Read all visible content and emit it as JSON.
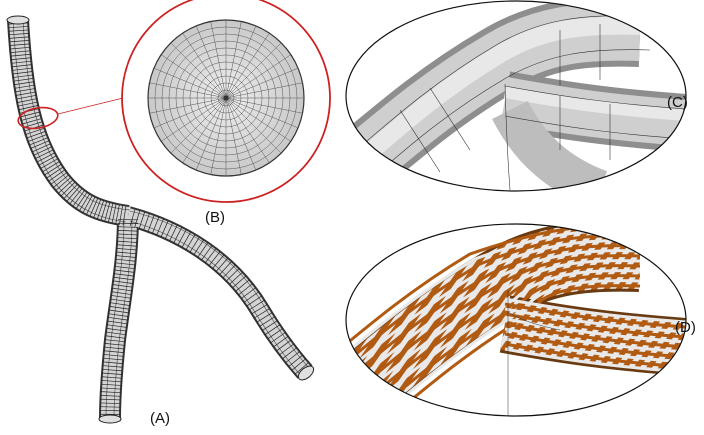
{
  "labels": {
    "a": "(A)",
    "b": "(B)",
    "c": "(C)",
    "d": "(D)"
  },
  "colors": {
    "mesh_fill": "#d4d4d4",
    "mesh_line": "#222222",
    "highlight_ring": "#cc2222",
    "panel_outline": "#111111",
    "zebra_stripe": "#b05a12",
    "zebra_gap": "#e9e9e9"
  }
}
